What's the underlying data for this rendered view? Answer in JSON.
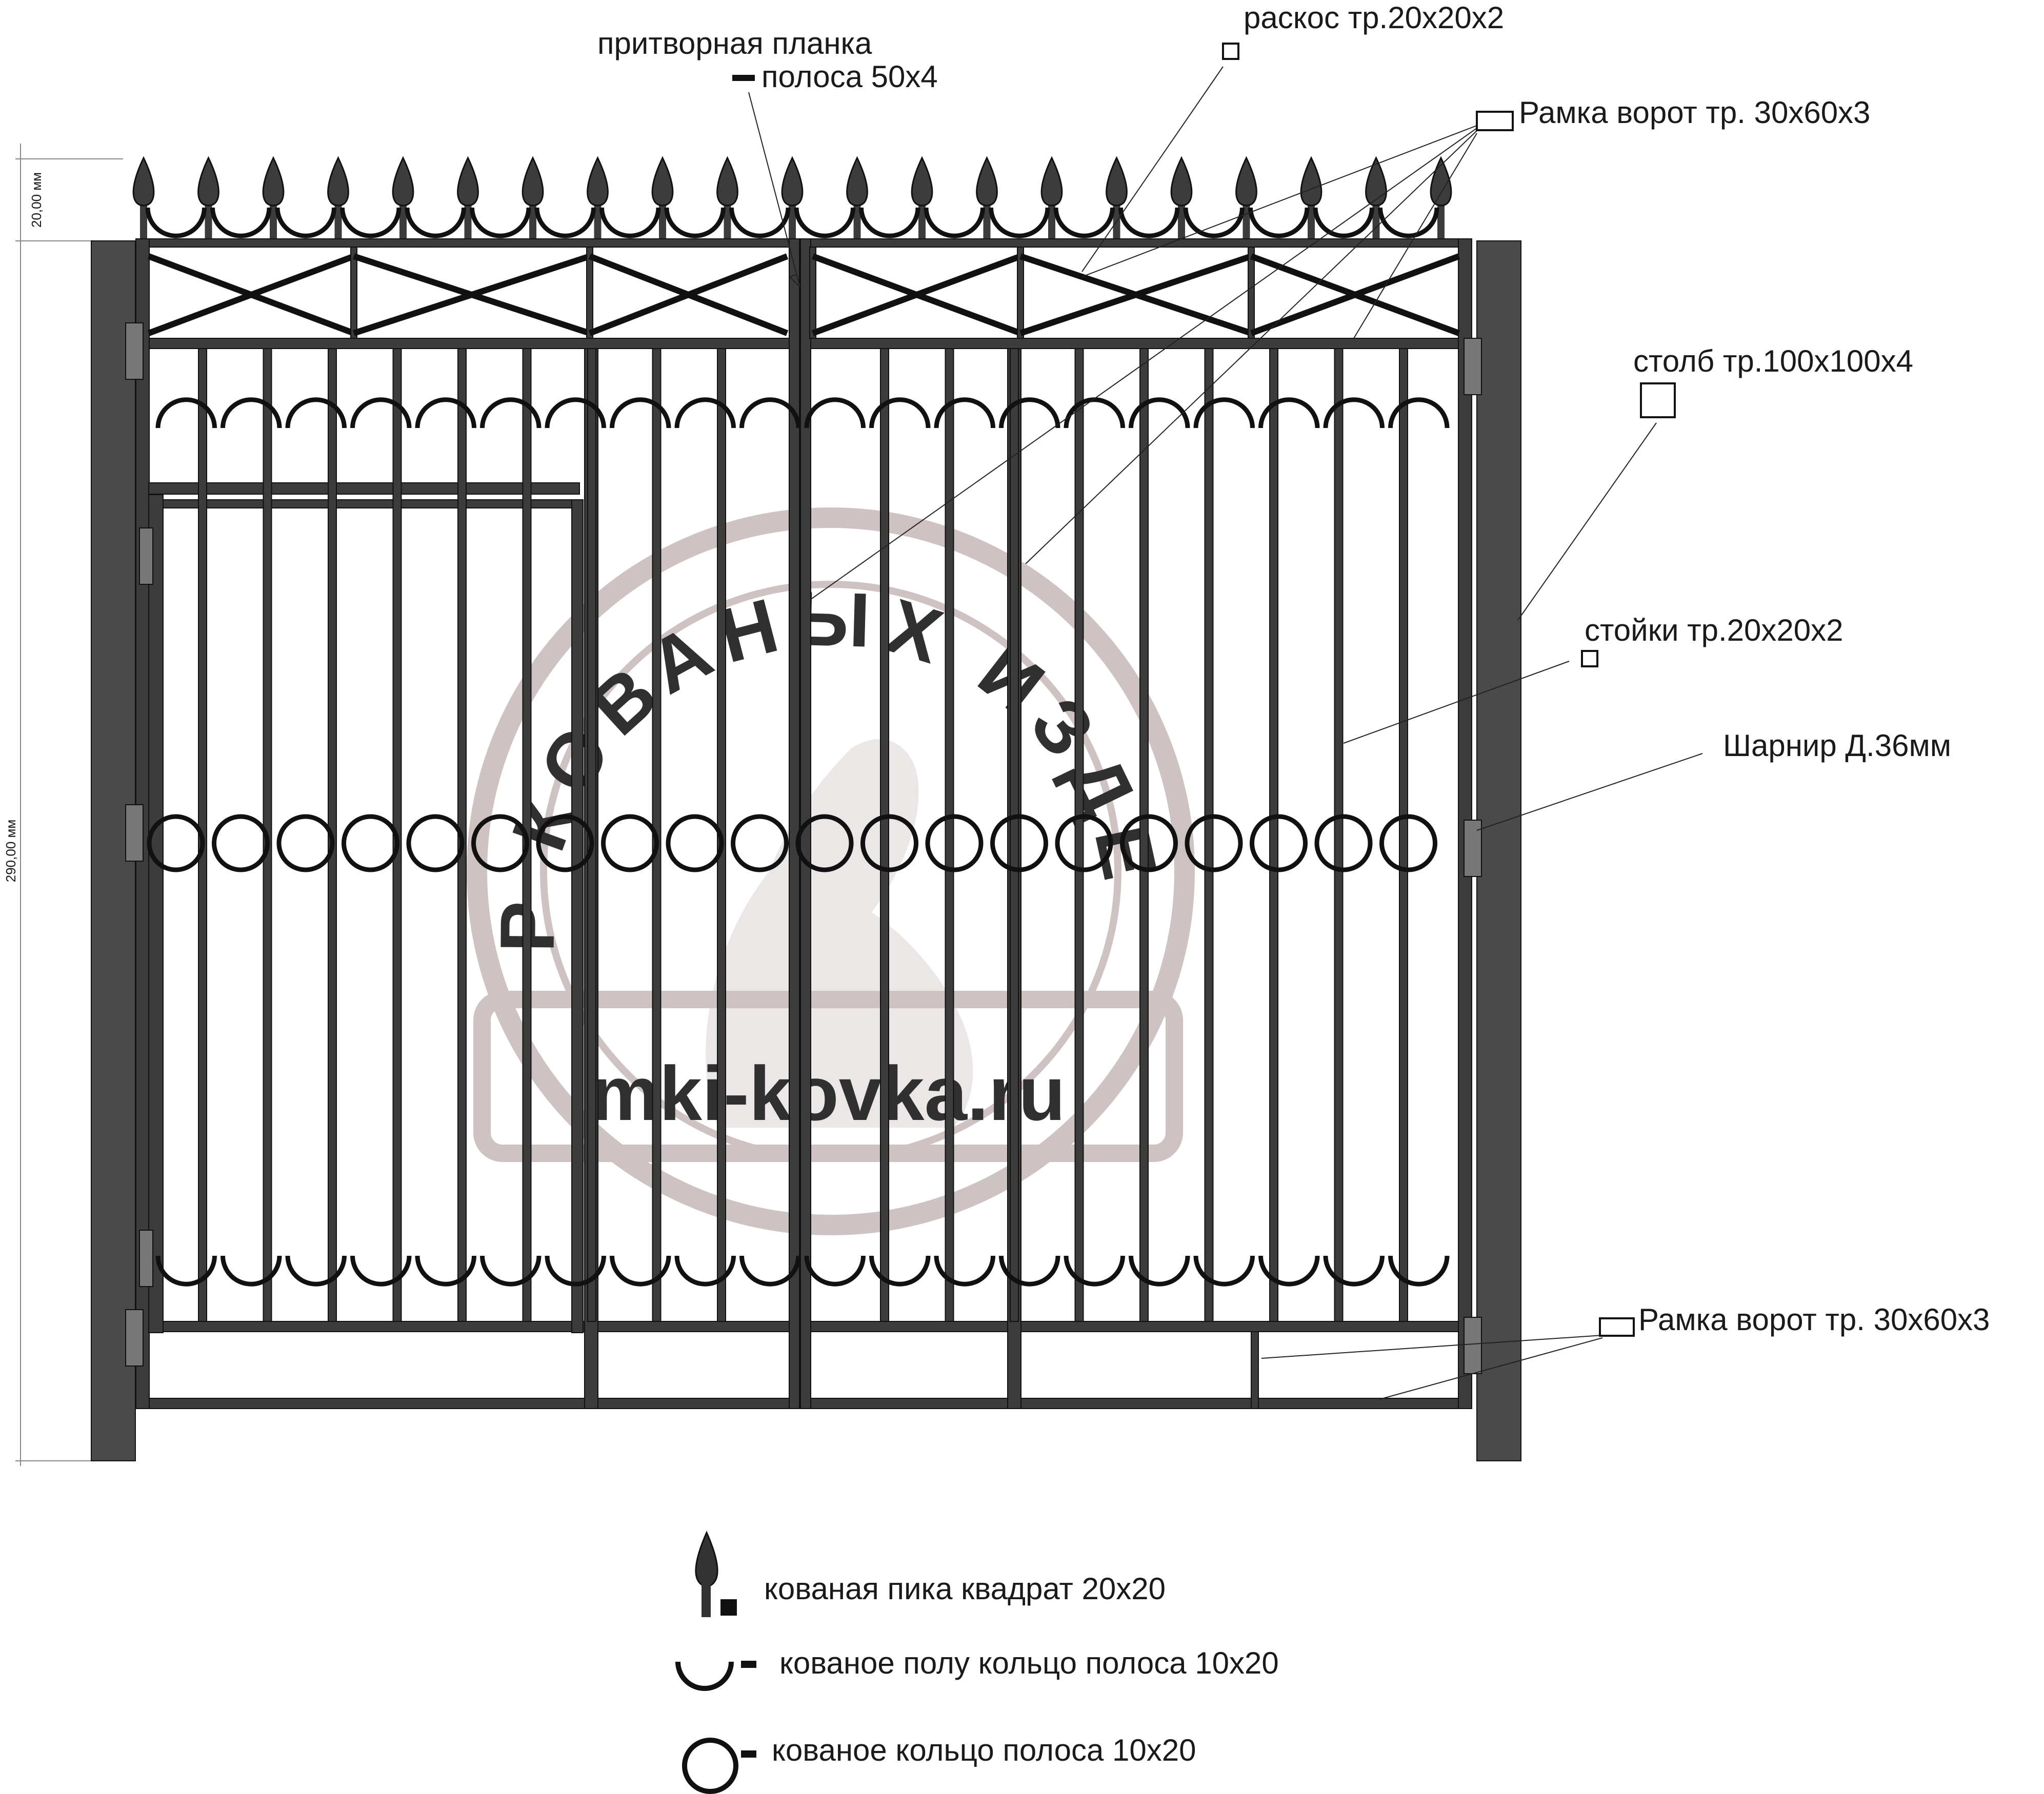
{
  "colors": {
    "metal": "#3c3c3c",
    "post": "#4a4a4a",
    "line": "#111111",
    "watermark": "#c9bcbc",
    "background": "#ffffff"
  },
  "watermark": {
    "arc_text": "МИР КОВАНЫХ ИЗДЕЛИЙ",
    "site": "mki-kovka.ru"
  },
  "dimensions": {
    "top": "20,00 мм",
    "height": "290,00 мм"
  },
  "labels": {
    "pritvor_title": "притворная планка",
    "pritvor_spec": "полоса 50х4",
    "raskos": "раскос тр.20х20х2",
    "frame_top": "Рамка ворот тр. 30х60х3",
    "post": "столб тр.100х100х4",
    "stoiki": "стойки тр.20х20х2",
    "hinge": "Шарнир Д.36мм",
    "frame_bottom": "Рамка ворот тр. 30х60х3"
  },
  "legend": [
    {
      "icon": "spike-icon",
      "text": "кованая пика квадрат 20х20"
    },
    {
      "icon": "half-ring-icon",
      "text": "кованое полу кольцо полоса 10х20"
    },
    {
      "icon": "ring-icon",
      "text": "кованое кольцо полоса 10х20"
    }
  ]
}
